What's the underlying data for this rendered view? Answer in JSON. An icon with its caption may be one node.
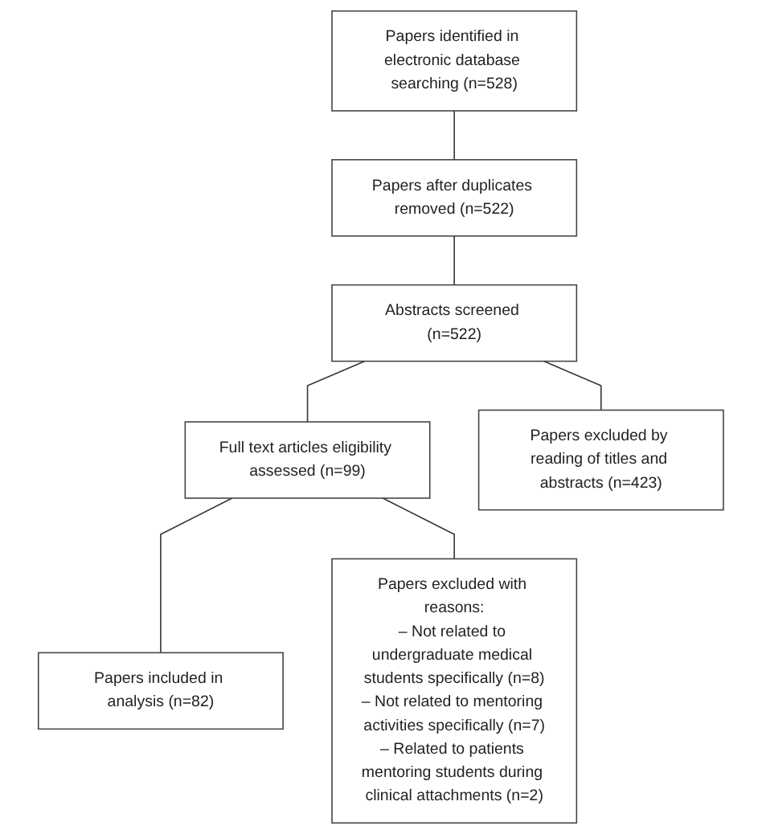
{
  "diagram": {
    "nodes": [
      {
        "text": [
          "Papers identified in electronic database searching (n=528)"
        ]
      },
      {
        "text": [
          "Papers after duplicates removed (n=522)"
        ]
      },
      {
        "text": [
          "Abstracts screened (n=522)"
        ]
      },
      {
        "text": [
          "Full text articles eligibility assessed (n=99)"
        ]
      },
      {
        "text": [
          "Papers included in analysis (n=82)"
        ]
      },
      {
        "text": [
          "Papers excluded by reading of titles and abstracts (n=423)"
        ]
      },
      {
        "text": [
          "Papers excluded with reasons:",
          "– Not related to undergraduate medical students specifically (n=8)",
          "– Not related to mentoring activities specifically (n=7)",
          "– Related to patients mentoring students during clinical attachments (n=2)"
        ]
      }
    ],
    "edges": [
      {
        "from": 0,
        "to": 1,
        "arrow": "none"
      },
      {
        "from": 1,
        "to": 2,
        "arrow": "none"
      },
      {
        "from": 2,
        "to": 3,
        "arrow": "none"
      },
      {
        "from": 3,
        "to": 4,
        "arrow": "none"
      },
      {
        "from": 2,
        "to": 5,
        "arrow": "none"
      },
      {
        "from": 3,
        "to": 6,
        "arrow": "none"
      }
    ]
  }
}
